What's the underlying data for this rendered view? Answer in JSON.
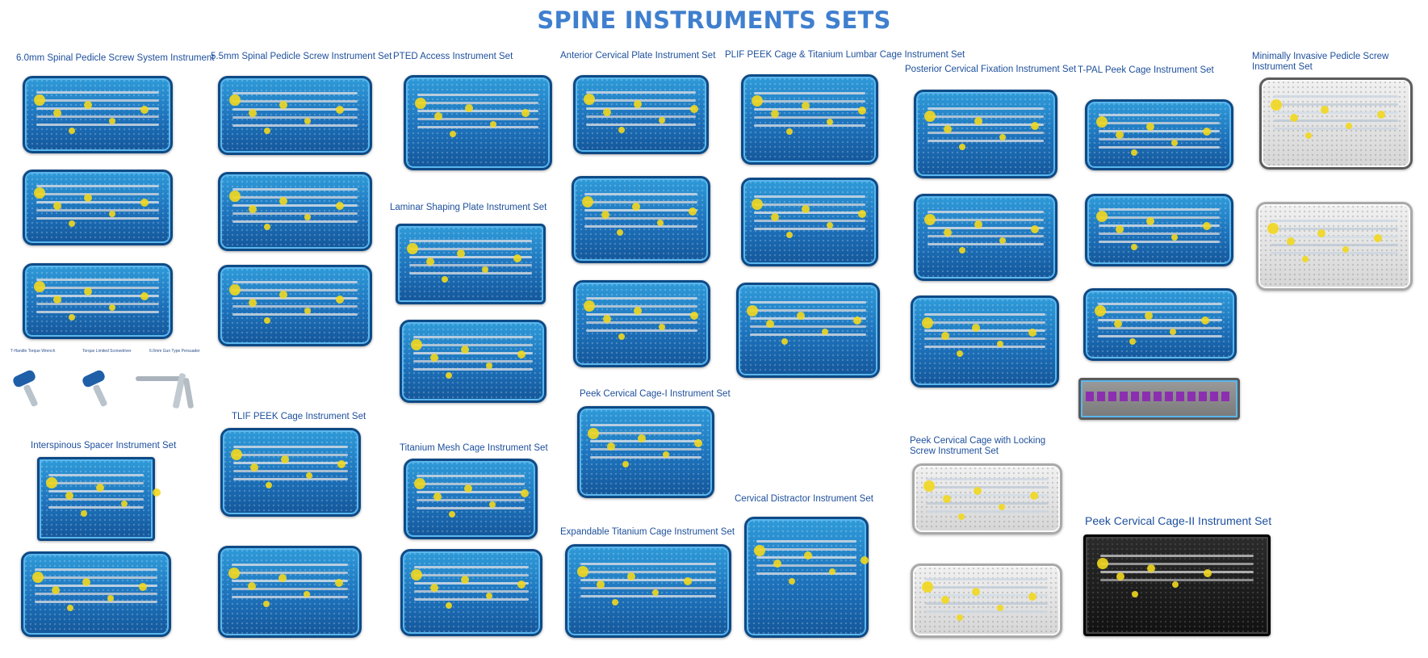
{
  "page": {
    "title": "SPINE INSTRUMENTS SETS"
  },
  "sets": {
    "s1": "6.0mm Spinal Pedicle Screw System Instrument",
    "s2": "5.5mm Spinal Pedicle Screw Instrument Set",
    "s3": "PTED Access Instrument Set",
    "s4": "Anterior Cervical Plate Instrument Set",
    "s5": "PLIF PEEK Cage & Titanium Lumbar Cage Instrument Set",
    "s6": "Posterior Cervical Fixation Instrument Set",
    "s7": "T-PAL Peek Cage Instrument Set",
    "s8": "Minimally Invasive Pedicle Screw Instrument Set",
    "s9": "Laminar Shaping Plate Instrument Set",
    "s10": "Peek Cervical Cage-I Instrument Set",
    "s11": "Interspinous Spacer Instrument Set",
    "s12": "TLIF PEEK Cage Instrument Set",
    "s13": "Titanium Mesh Cage Instrument Set",
    "s14": "Expandable Titanium Cage Instrument Set",
    "s15": "Cervical Distractor Instrument Set",
    "s16": "Peek Cervical Cage with Locking Screw Instrument Set",
    "s17": "Peek Cervical Cage-II Instrument Set"
  },
  "small_tools": {
    "t1": "T-Handle Torque Wrench",
    "t2": "Torque Limited Screwdriver",
    "t3": "6.0mm Gun Type Persuader"
  },
  "colors": {
    "title": "#3f7fcf",
    "label": "#1d4f9c",
    "tray_blue": "#1d72bb",
    "number_marker": "#f2d81f"
  }
}
